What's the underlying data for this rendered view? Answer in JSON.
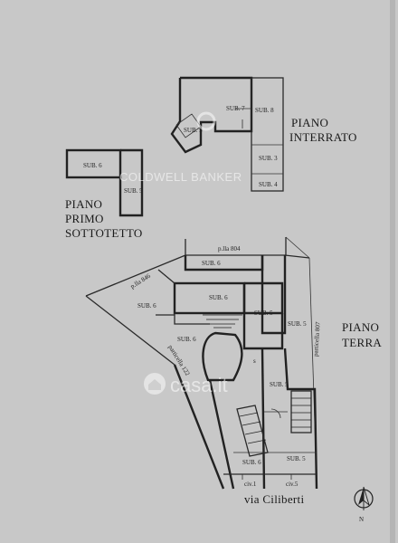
{
  "floors": {
    "basement": {
      "line1": "PIANO",
      "line2": "INTERRATO"
    },
    "attic": {
      "line1": "PIANO",
      "line2": "PRIMO",
      "line3": "SOTTOTETTO"
    },
    "ground": {
      "line1": "PIANO",
      "line2": "TERRA"
    }
  },
  "units": {
    "sub7": "SUB. 7",
    "sub8": "SUB. 8",
    "sub5_basement": "SUB. 5",
    "sub3": "SUB. 3",
    "sub4": "SUB. 4",
    "sub6_attic": "SUB. 6",
    "sub5_attic": "SUB. 5",
    "sub6_ground_top": "SUB. 6",
    "sub6_ground_left": "SUB. 6",
    "sub6_ground_center": "SUB. 6",
    "sub6_ground_mid": "SUB. 6",
    "sub5_ground_a": "SUB. 5",
    "sub5_ground_b": "SUB. 5",
    "sub5_ground_c": "SUB. 5",
    "sub6_ground_bottom": "SUB. 6",
    "sub5_ground_bottom": "SUB. 5",
    "letter_s": "s"
  },
  "parcels": {
    "p804": "p.lla 804",
    "p846": "p.lla 846",
    "p122": "particella 122",
    "p807": "particella 807"
  },
  "addresses": {
    "civ1": "civ.1",
    "civ5": "civ.5",
    "street": "via Ciliberti"
  },
  "north": {
    "label": "N"
  },
  "watermarks": {
    "brand_top": "COLDWELL BANKER",
    "brand_bottom": "casa.it"
  }
}
